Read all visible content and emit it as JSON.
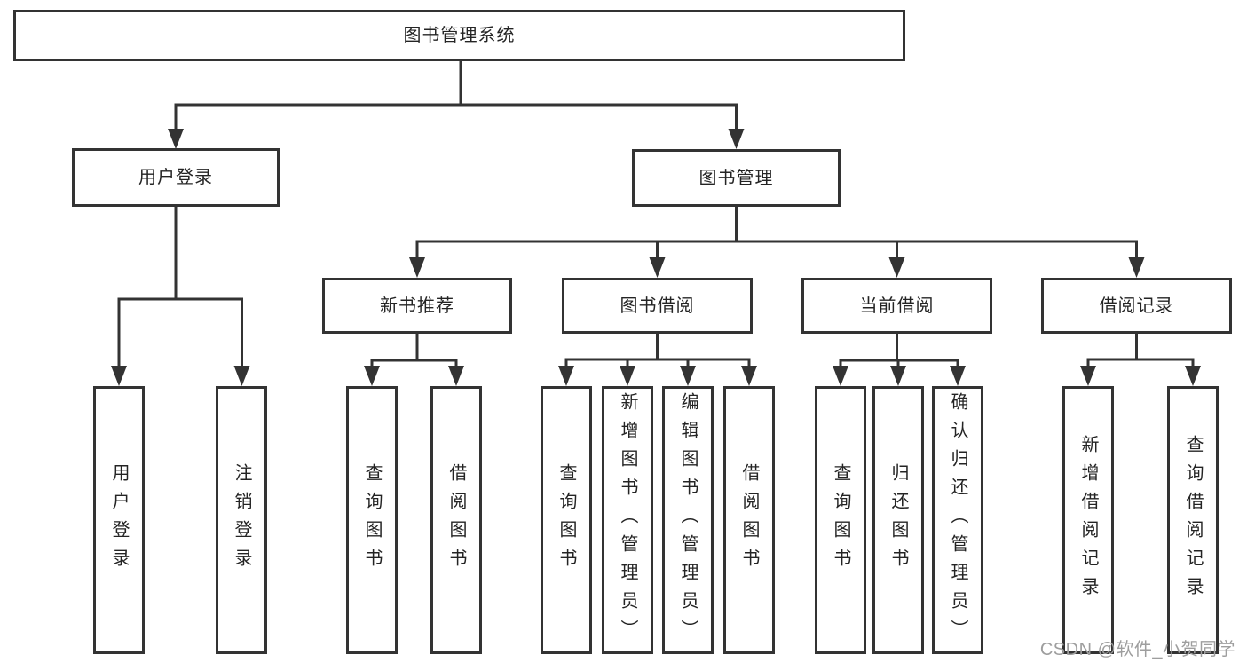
{
  "tree": {
    "root": {
      "label": "图书管理系统"
    },
    "branches": [
      {
        "label": "用户登录",
        "leaves": [
          "用户登录",
          "注销登录"
        ]
      },
      {
        "label": "图书管理",
        "groups": [
          {
            "label": "新书推荐",
            "leaves": [
              "查询图书",
              "借阅图书"
            ]
          },
          {
            "label": "图书借阅",
            "leaves": [
              "查询图书",
              "新增图书（管理员）",
              "编辑图书（管理员）",
              "借阅图书"
            ]
          },
          {
            "label": "当前借阅",
            "leaves": [
              "查询图书",
              "归还图书",
              "确认归还（管理员）"
            ]
          },
          {
            "label": "借阅记录",
            "leaves": [
              "新增借阅记录",
              "查询借阅记录"
            ]
          }
        ]
      }
    ]
  },
  "watermark": {
    "text": "CSDN @软件_小贺同学"
  },
  "colors": {
    "line": "#333333",
    "box_border": "#333333",
    "box_background": "#ffffff",
    "text": "#242424",
    "watermark": "#9e9e9e",
    "background": "#ffffff"
  }
}
